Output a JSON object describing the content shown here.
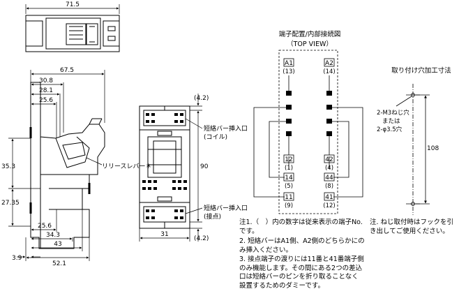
{
  "dims": {
    "w71_5": "71.5",
    "w67_5": "67.5",
    "w30_8": "30.8",
    "w28_1": "28.1",
    "w25_6_top": "25.6",
    "h35_3": "35.3",
    "h27_35": "27.35",
    "w25_6_bot": "25.6",
    "w34_3": "34.3",
    "w43": "43",
    "w3_9": "3.9",
    "w52_1": "52.1",
    "h4_2_top": "(4.2)",
    "h90": "90",
    "h4_2_bot": "(4.2)",
    "w31": "31",
    "h108": "108"
  },
  "labels": {
    "release_lever": "リリースレバー＊",
    "shortbar_coil_1": "短絡バー挿入口",
    "shortbar_coil_2": "(コイル)",
    "shortbar_contact_1": "短絡バー挿入口",
    "shortbar_contact_2": "(接点)"
  },
  "terminal": {
    "title": "端子配置/内部接続図",
    "subtitle": "（TOP VIEW）",
    "a1": "A1",
    "a1_old": "(13)",
    "a2": "A2",
    "a2_old": "(14)",
    "t12": "12",
    "t12_old": "(1)",
    "t42": "42",
    "t42_old": "(4)",
    "t14": "14",
    "t14_old": "(5)",
    "t44": "44",
    "t44_old": "(8)",
    "t11": "11",
    "t11_old": "(9)",
    "t41": "41",
    "t41_old": "(12)"
  },
  "mount": {
    "title": "取り付け穴加工寸法",
    "hole_1": "2-M3ねじ穴",
    "hole_2": "または",
    "hole_3": "2-φ3.5穴"
  },
  "notes": {
    "n1": "注1.（　）内の数字は従来表示の端子No.です。",
    "n2": "2. 短絡バーはA1側、A2側のどちらかにのみ挿入ください。",
    "n3": "3. 接点端子の渡りには11番と41番端子側のみ機能します。その間にある2つの差込口は短絡バーのピンを折り取ることなく設置するためのダミーです。",
    "right": "注. ねじ取付時はフックを引き出してご使用ください。"
  }
}
